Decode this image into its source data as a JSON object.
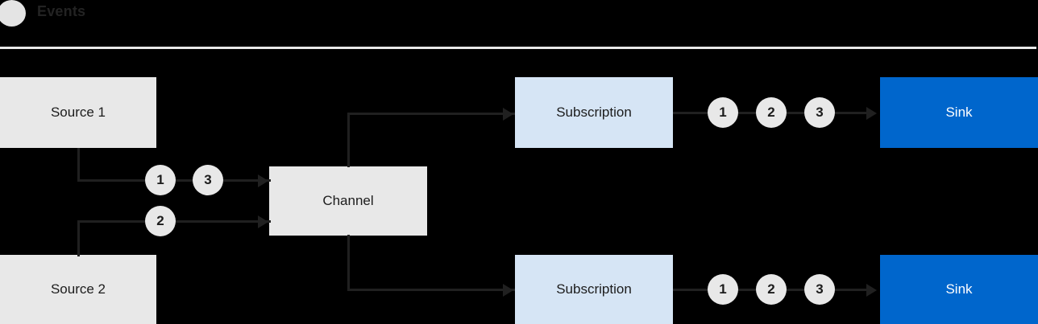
{
  "legend": {
    "icon": "event-dot-icon",
    "label": "Events",
    "dot_color": "#e4e4e4"
  },
  "divider": {
    "color": "#e8e8e8"
  },
  "colors": {
    "background": "#000000",
    "source_fill": "#e8e8e8",
    "channel_fill": "#e8e8e8",
    "subscription_fill": "#d6e5f5",
    "sink_fill": "#0066cc",
    "sink_text": "#ffffff",
    "line": "#202020",
    "event_circle_fill": "#e8e8e8",
    "text": "#1c1c1c"
  },
  "nodes": {
    "source_1": {
      "label": "Source 1"
    },
    "source_2": {
      "label": "Source 2"
    },
    "channel": {
      "label": "Channel"
    },
    "subscription_top": {
      "label": "Subscription"
    },
    "subscription_bottom": {
      "label": "Subscription"
    },
    "sink_top": {
      "label": "Sink"
    },
    "sink_bottom": {
      "label": "Sink"
    }
  },
  "events": {
    "source1_to_channel": [
      "1",
      "3"
    ],
    "source2_to_channel": [
      "2"
    ],
    "subscription_top_to_sink": [
      "1",
      "2",
      "3"
    ],
    "subscription_bottom_to_sink": [
      "1",
      "2",
      "3"
    ]
  }
}
